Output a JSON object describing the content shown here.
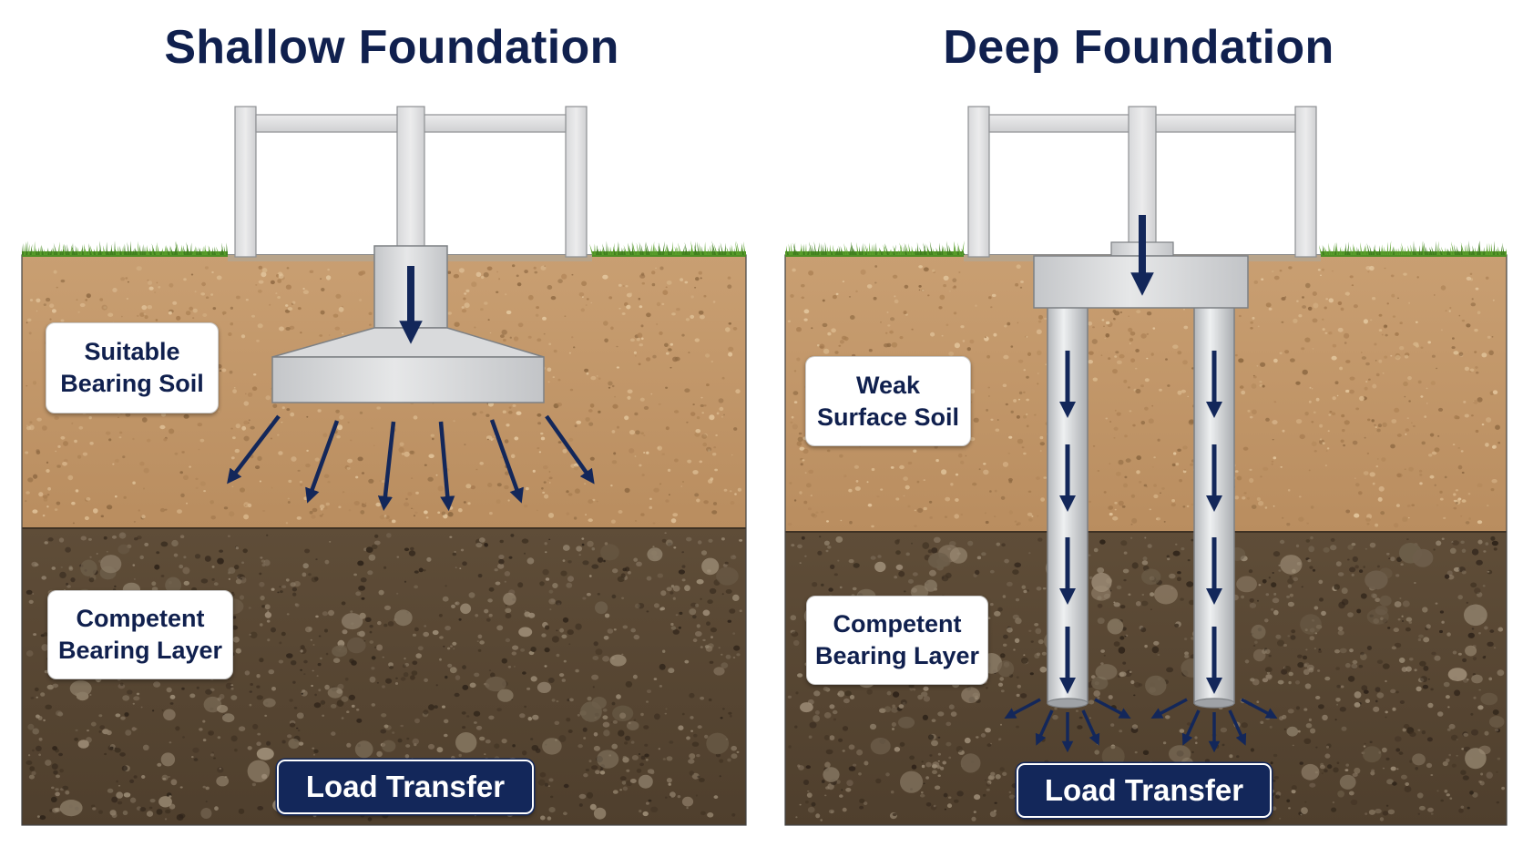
{
  "shallow": {
    "title": "Shallow Foundation",
    "upper_label": [
      "Suitable",
      "Bearing Soil"
    ],
    "lower_label": [
      "Competent",
      "Bearing Layer"
    ],
    "banner": "Load Transfer"
  },
  "deep": {
    "title": "Deep Foundation",
    "upper_label": [
      "Weak",
      "Surface Soil"
    ],
    "lower_label": [
      "Competent",
      "Bearing Layer"
    ],
    "banner": "Load Transfer"
  },
  "colors": {
    "title": "#10204e",
    "arrow": "#13275a",
    "banner_bg": "#13275a",
    "upper_soil": "#c49a6c",
    "lower_soil": "#5c4a36",
    "grass": "#5aa02c",
    "concrete": "#d4d6d8",
    "frame": "#e0e0e0"
  }
}
